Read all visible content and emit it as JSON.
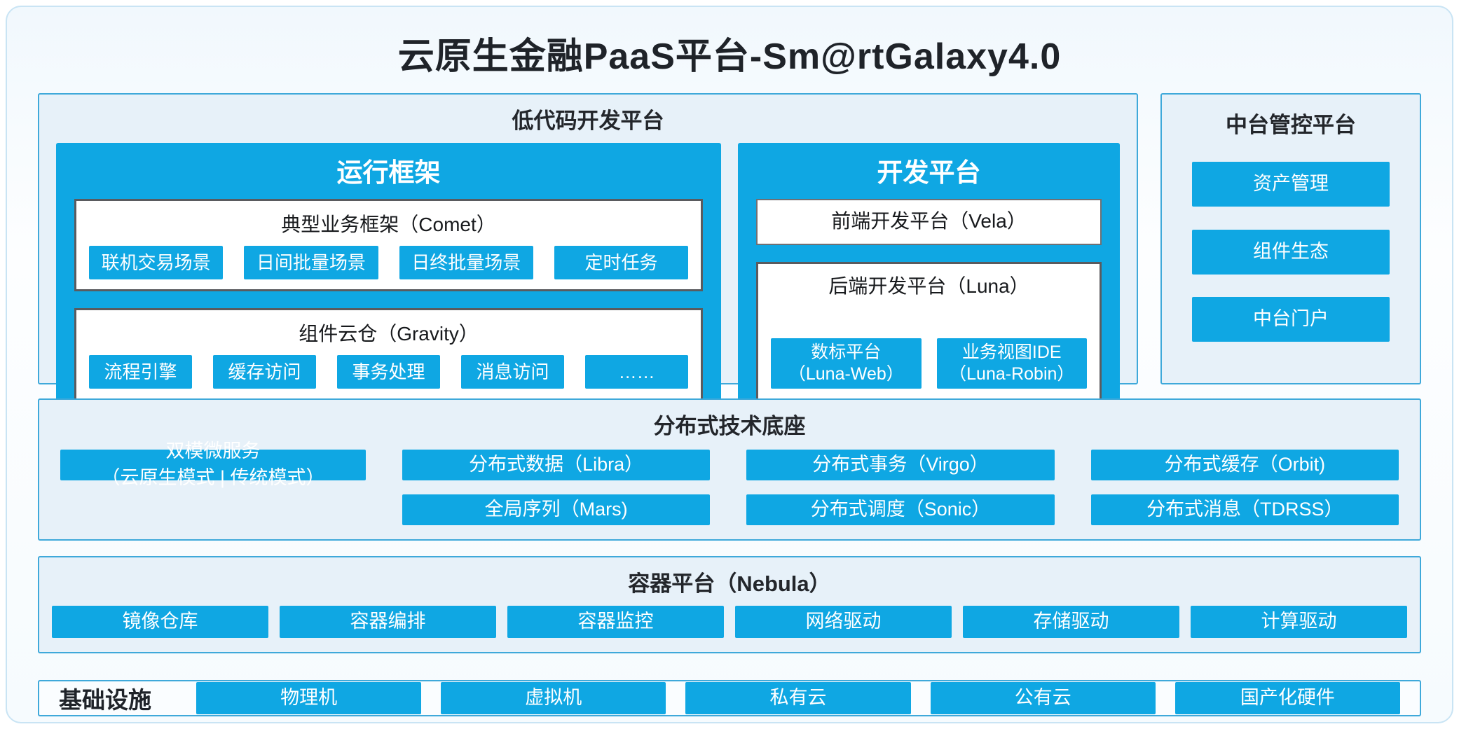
{
  "title": "云原生金融PaaS平台-Sm@rtGalaxy4.0",
  "colors": {
    "accent": "#0FA7E3",
    "panel_bg": "#E7F1F9",
    "panel_border": "#3FA9DA",
    "box_border": "#5A5B5F"
  },
  "low_code": {
    "title": "低代码开发平台",
    "runtime": {
      "title": "运行框架",
      "comet": {
        "title": "典型业务框架（Comet）",
        "items": [
          "联机交易场景",
          "日间批量场景",
          "日终批量场景",
          "定时任务"
        ]
      },
      "gravity": {
        "title": "组件云仓（Gravity）",
        "items": [
          "流程引擎",
          "缓存访问",
          "事务处理",
          "消息访问",
          "……"
        ]
      }
    },
    "dev": {
      "title": "开发平台",
      "vela_title": "前端开发平台（Vela）",
      "luna": {
        "title": "后端开发平台（Luna）",
        "items": [
          "数标平台\n（Luna-Web）",
          "业务视图IDE\n（Luna-Robin）"
        ]
      }
    }
  },
  "middle_platform": {
    "title": "中台管控平台",
    "items": [
      "资产管理",
      "组件生态",
      "中台门户"
    ]
  },
  "distributed": {
    "title": "分布式技术底座",
    "dual_mode": "双模微服务\n（云原生模式 | 传统模式）",
    "row1": [
      "分布式数据（Libra）",
      "分布式事务（Virgo）",
      "分布式缓存（Orbit)"
    ],
    "row2": [
      "全局序列（Mars)",
      "分布式调度（Sonic）",
      "分布式消息（TDRSS）"
    ]
  },
  "container_platform": {
    "title": "容器平台（Nebula）",
    "items": [
      "镜像仓库",
      "容器编排",
      "容器监控",
      "网络驱动",
      "存储驱动",
      "计算驱动"
    ]
  },
  "infrastructure": {
    "title": "基础设施",
    "items": [
      "物理机",
      "虚拟机",
      "私有云",
      "公有云",
      "国产化硬件"
    ]
  }
}
